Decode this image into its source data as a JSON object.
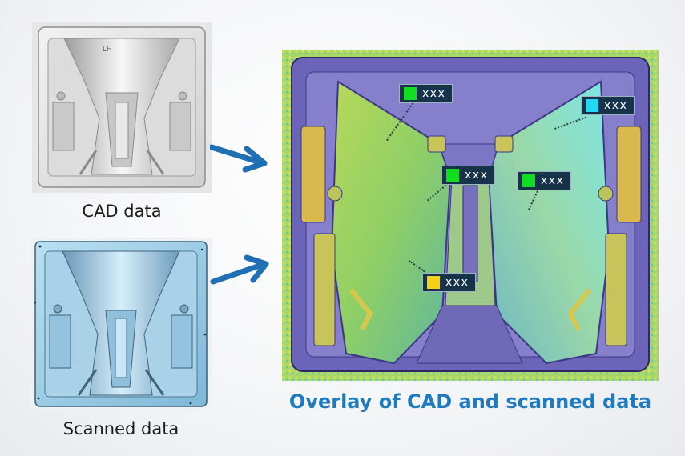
{
  "captions": {
    "cad": "CAD data",
    "scanned": "Scanned data",
    "overlay_title": "Overlay of CAD and scanned data"
  },
  "tags": [
    {
      "label": "xxx",
      "swatch_color": "#11dd22"
    },
    {
      "label": "xxx",
      "swatch_color": "#22d8f2"
    },
    {
      "label": "xxx",
      "swatch_color": "#11dd22"
    },
    {
      "label": "xxx",
      "swatch_color": "#11dd22"
    },
    {
      "label": "xxx",
      "swatch_color": "#f4d21a"
    }
  ],
  "colors": {
    "title_blue": "#1f7bc1",
    "arrow_blue": "#1f6fb4",
    "mold_purple": "#6b64b8"
  },
  "cad_part_label": "LH"
}
